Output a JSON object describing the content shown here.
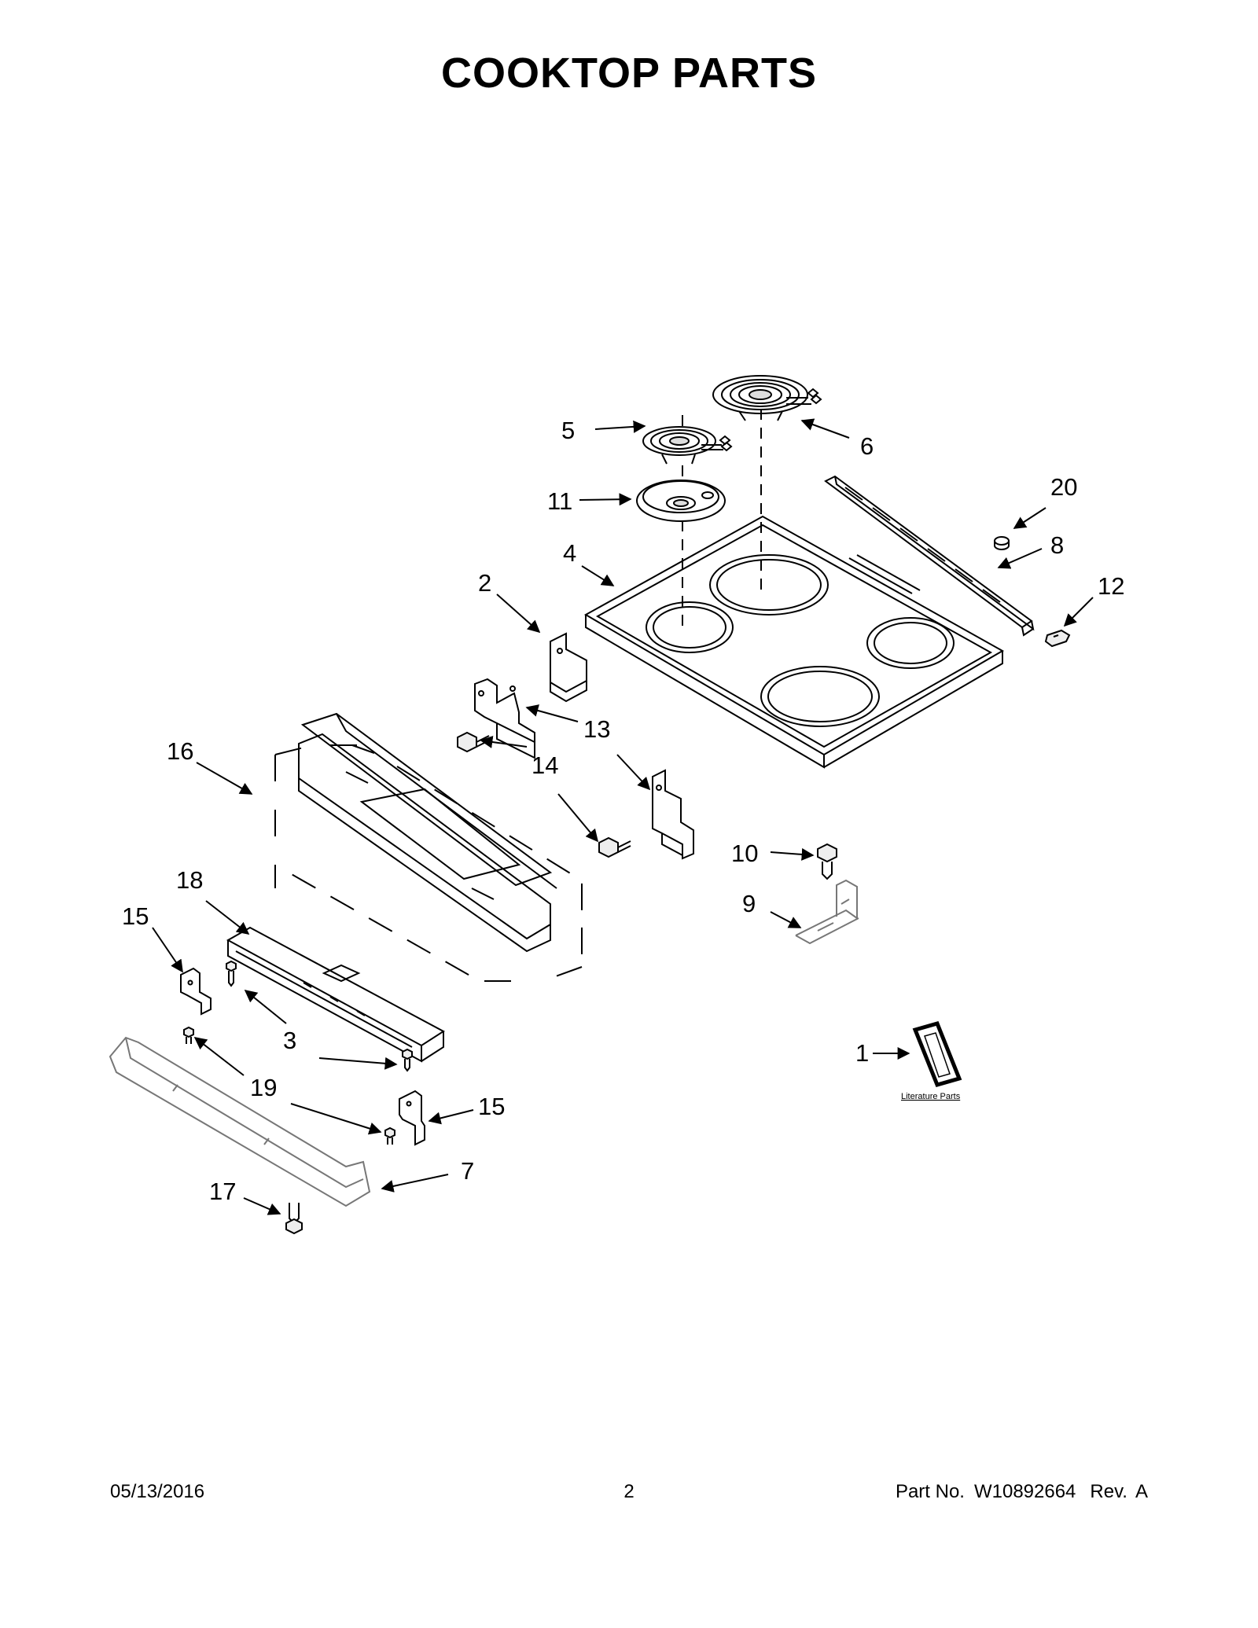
{
  "title": "COOKTOP PARTS",
  "footer": {
    "date": "05/13/2016",
    "page": "2",
    "part_label": "Part No.",
    "part_number": "W10892664",
    "rev_label": "Rev.",
    "rev": "A"
  },
  "literature_label": "Literature Parts",
  "callouts": [
    {
      "id": "c1",
      "text": "1"
    },
    {
      "id": "c2",
      "text": "2"
    },
    {
      "id": "c3",
      "text": "3"
    },
    {
      "id": "c4",
      "text": "4"
    },
    {
      "id": "c5",
      "text": "5"
    },
    {
      "id": "c6",
      "text": "6"
    },
    {
      "id": "c7",
      "text": "7"
    },
    {
      "id": "c8",
      "text": "8"
    },
    {
      "id": "c9",
      "text": "9"
    },
    {
      "id": "c10",
      "text": "10"
    },
    {
      "id": "c11",
      "text": "11"
    },
    {
      "id": "c12",
      "text": "12"
    },
    {
      "id": "c13",
      "text": "13"
    },
    {
      "id": "c14",
      "text": "14"
    },
    {
      "id": "c15a",
      "text": "15"
    },
    {
      "id": "c15b",
      "text": "15"
    },
    {
      "id": "c16",
      "text": "16"
    },
    {
      "id": "c17",
      "text": "17"
    },
    {
      "id": "c18",
      "text": "18"
    },
    {
      "id": "c19",
      "text": "19"
    },
    {
      "id": "c20",
      "text": "20"
    }
  ]
}
